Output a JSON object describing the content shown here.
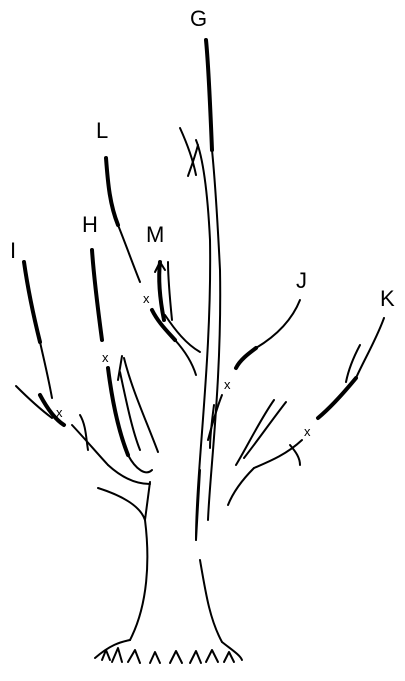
{
  "diagram": {
    "branch_labels": {
      "g": "G",
      "l": "L",
      "h": "H",
      "m": "M",
      "i": "I",
      "j": "J",
      "k": "K"
    },
    "cut_mark": "x"
  }
}
